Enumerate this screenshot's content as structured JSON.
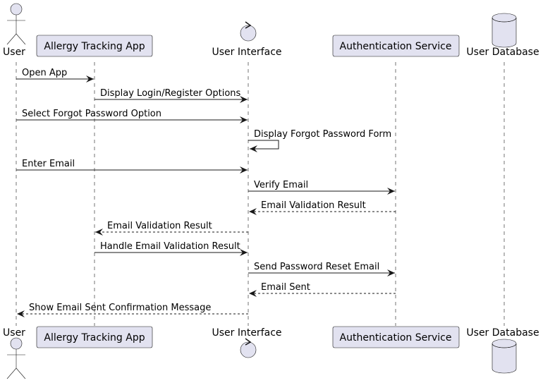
{
  "colors": {
    "participant_fill": "#E2E2F0",
    "participant_stroke": "#181818",
    "lifeline": "#181818",
    "arrow": "#181818",
    "background": "#FFFFFF"
  },
  "participants": [
    {
      "id": "user",
      "kind": "actor",
      "label": "User",
      "icon": "actor-stick-figure-icon"
    },
    {
      "id": "app",
      "kind": "participant",
      "label": "Allergy Tracking App"
    },
    {
      "id": "ui",
      "kind": "control",
      "label": "User Interface",
      "icon": "control-circle-icon"
    },
    {
      "id": "auth",
      "kind": "participant",
      "label": "Authentication Service"
    },
    {
      "id": "db",
      "kind": "database",
      "label": "User Database",
      "icon": "database-cylinder-icon"
    }
  ],
  "messages": [
    {
      "from": "user",
      "to": "app",
      "label": "Open App",
      "style": "solid"
    },
    {
      "from": "app",
      "to": "ui",
      "label": "Display Login/Register Options",
      "style": "solid"
    },
    {
      "from": "user",
      "to": "ui",
      "label": "Select Forgot Password Option",
      "style": "solid"
    },
    {
      "from": "ui",
      "to": "ui",
      "label": "Display Forgot Password Form",
      "style": "solid"
    },
    {
      "from": "user",
      "to": "ui",
      "label": "Enter Email",
      "style": "solid"
    },
    {
      "from": "ui",
      "to": "auth",
      "label": "Verify Email",
      "style": "solid"
    },
    {
      "from": "auth",
      "to": "ui",
      "label": "Email Validation Result",
      "style": "dashed"
    },
    {
      "from": "ui",
      "to": "app",
      "label": "Email Validation Result",
      "style": "dashed"
    },
    {
      "from": "app",
      "to": "ui",
      "label": "Handle Email Validation Result",
      "style": "solid"
    },
    {
      "from": "ui",
      "to": "auth",
      "label": "Send Password Reset Email",
      "style": "solid"
    },
    {
      "from": "auth",
      "to": "ui",
      "label": "Email Sent",
      "style": "dashed"
    },
    {
      "from": "ui",
      "to": "user",
      "label": "Show Email Sent Confirmation Message",
      "style": "dashed"
    }
  ]
}
